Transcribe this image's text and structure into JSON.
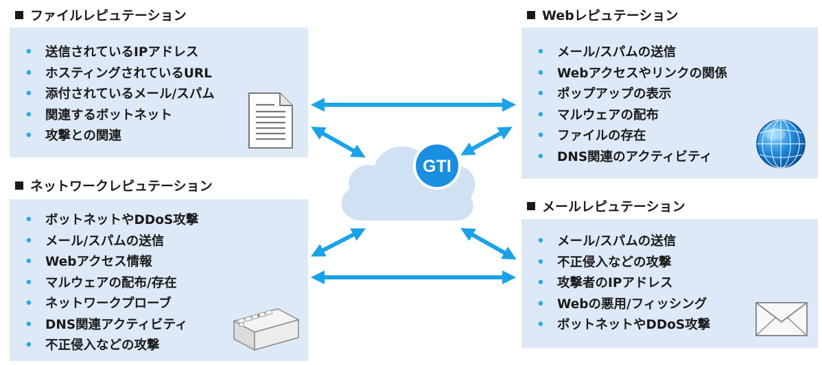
{
  "file_rep": {
    "title": "ファイルレピュテーション",
    "items": [
      "送信されているIPアドレス",
      "ホスティングされているURL",
      "添付されているメール/スパム",
      "関連するボットネット",
      "攻撃との関連"
    ]
  },
  "network_rep": {
    "title": "ネットワークレピュテーション",
    "items": [
      "ボットネットやDDoS攻撃",
      "メール/スパムの送信",
      "Webアクセス情報",
      "マルウェアの配布/存在",
      "ネットワークプローブ",
      "DNS関連アクティビティ",
      "不正侵入などの攻撃"
    ]
  },
  "web_rep": {
    "title": "Webレピュテーション",
    "items": [
      "メール/スパムの送信",
      "Webアクセスやリンクの関係",
      "ポップアップの表示",
      "マルウェアの配布",
      "ファイルの存在",
      "DNS関連のアクティビティ"
    ]
  },
  "mail_rep": {
    "title": "メールレピュテーション",
    "items": [
      "メール/スパムの送信",
      "不正侵入などの攻撃",
      "攻撃者のIPアドレス",
      "Webの悪用/フィッシング",
      "ボットネットやDDoS攻撃"
    ]
  },
  "cloud": {
    "label": "GTI"
  },
  "colors": {
    "arrow": "#1aa3e8",
    "panel": "#dde9f6",
    "bullet": "#2fa9e4",
    "cloud": "#cfe1f2",
    "badge": "#1a8ee0"
  },
  "icons": {
    "file": "document-icon",
    "network": "network-switch-icon",
    "web": "globe-icon",
    "mail": "envelope-icon"
  }
}
